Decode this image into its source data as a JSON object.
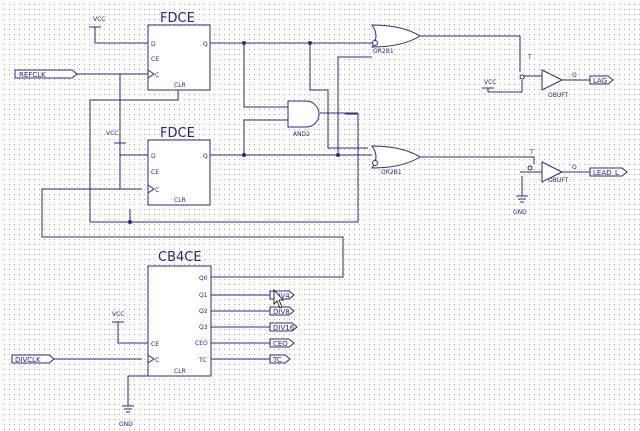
{
  "schematic": {
    "theme": {
      "wire": "#2a2a7a",
      "text": "#24247a",
      "grid": "#a6a6a6"
    },
    "components": {
      "fdce1": {
        "title": "FDCE",
        "pins": [
          "D",
          "CE",
          "C",
          "CLR",
          "Q"
        ]
      },
      "fdce2": {
        "title": "FDCE",
        "pins": [
          "D",
          "CE",
          "C",
          "CLR",
          "Q"
        ]
      },
      "cb4ce": {
        "title": "CB4CE",
        "pins": [
          "CE",
          "C",
          "CLR",
          "Q0",
          "Q1",
          "Q2",
          "Q3",
          "CEO",
          "TC"
        ]
      },
      "and2": {
        "label": "AND2"
      },
      "or2b1_top": {
        "label": "OR2B1"
      },
      "or2b1_bottom": {
        "label": "OR2B1"
      },
      "obuft_top": {
        "label": "OBUFT",
        "pins": [
          "T",
          "O"
        ]
      },
      "obuft_bottom": {
        "label": "OBUFT",
        "pins": [
          "T",
          "O"
        ]
      }
    },
    "power": [
      "VCC",
      "VCC",
      "VCC",
      "VCC"
    ],
    "ground": [
      "GND",
      "GND"
    ],
    "ports": {
      "refclk": "REFCLK",
      "divclk": "DIVCLK",
      "lag": "LAG",
      "lead": "LEAD_L",
      "div4": "DIV4",
      "div8": "DIV8",
      "div16": "DIV16",
      "ceo": "CEO",
      "tc": "TC"
    }
  }
}
